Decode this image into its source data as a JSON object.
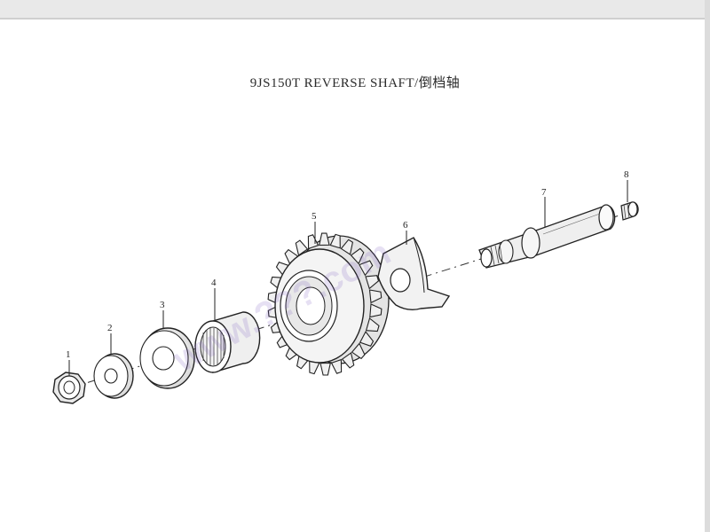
{
  "title": "9JS150T REVERSE SHAFT/倒档轴",
  "watermark": "www.???.com",
  "callouts": [
    {
      "label": "1",
      "part": "nut"
    },
    {
      "label": "2",
      "part": "washer"
    },
    {
      "label": "3",
      "part": "thrust washer"
    },
    {
      "label": "4",
      "part": "needle bearing"
    },
    {
      "label": "5",
      "part": "reverse idler gear"
    },
    {
      "label": "6",
      "part": "lock plate"
    },
    {
      "label": "7",
      "part": "reverse shaft"
    },
    {
      "label": "8",
      "part": "plug"
    }
  ],
  "colors": {
    "ink": "#2a2a2a",
    "watermark": "#7a5bbf"
  }
}
